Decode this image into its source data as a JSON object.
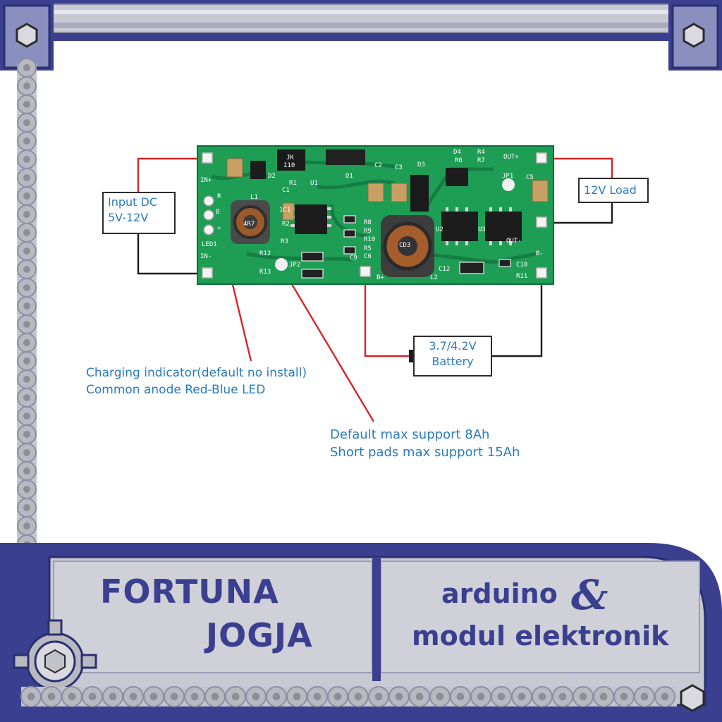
{
  "diagram": {
    "labels": {
      "input": [
        "Input DC",
        "5V-12V"
      ],
      "load": "12V Load",
      "battery": [
        "3.7/4.2V",
        "Battery"
      ]
    },
    "callouts": {
      "led": [
        "Charging indicator(default no install)",
        "Common anode Red-Blue LED"
      ],
      "capacity": [
        "Default max support 8Ah",
        "Short pads max support 15Ah"
      ]
    },
    "pcb": {
      "silkscreen": [
        "IN+",
        "IN-",
        "LED1",
        "R",
        "B",
        "+",
        "D2",
        "JK",
        "110",
        "U1",
        "D1",
        "C2",
        "C3",
        "D3",
        "D4",
        "R4",
        "R6",
        "R7",
        "JP1",
        "OUT+",
        "OUT-",
        "C5",
        "U2",
        "U3",
        "R1",
        "L1",
        "R2",
        "R3",
        "C1",
        "R8",
        "R9",
        "R10",
        "R5",
        "C6",
        "C9",
        "R12",
        "R13",
        "JP2",
        "L2",
        "B+",
        "B-",
        "C12",
        "C10",
        "R11",
        "4R7",
        "CD3",
        "1C1"
      ]
    }
  },
  "branding": {
    "store": [
      "FORTUNA",
      "JOGJA"
    ],
    "tagline": [
      "arduino",
      "&",
      "modul elektronik"
    ]
  },
  "colors": {
    "frame": "#3a3f8f",
    "frame_light": "#c9c9d3",
    "chain": "#b9bac1",
    "pcb": "#1e9d55",
    "wire_red": "#d9232a",
    "wire_black": "#1b1b1b",
    "callout_text": "#2a7bbd"
  }
}
